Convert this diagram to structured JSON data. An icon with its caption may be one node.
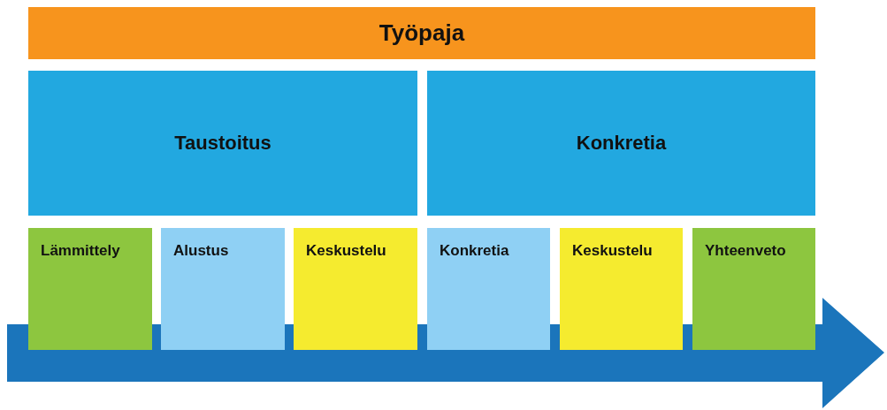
{
  "diagram": {
    "nodes": [
      {
        "text": [
          "Työpaja"
        ]
      },
      {
        "text": [
          "Taustoitus"
        ]
      },
      {
        "text": [
          "Konkretia"
        ]
      },
      {
        "text": [
          "Lämmittely"
        ]
      },
      {
        "text": [
          "Alustus"
        ]
      },
      {
        "text": [
          "Keskustelu"
        ]
      },
      {
        "text": [
          "Konkretia"
        ]
      },
      {
        "text": [
          "Keskustelu"
        ]
      },
      {
        "text": [
          "Yhteenveto"
        ]
      }
    ]
  }
}
